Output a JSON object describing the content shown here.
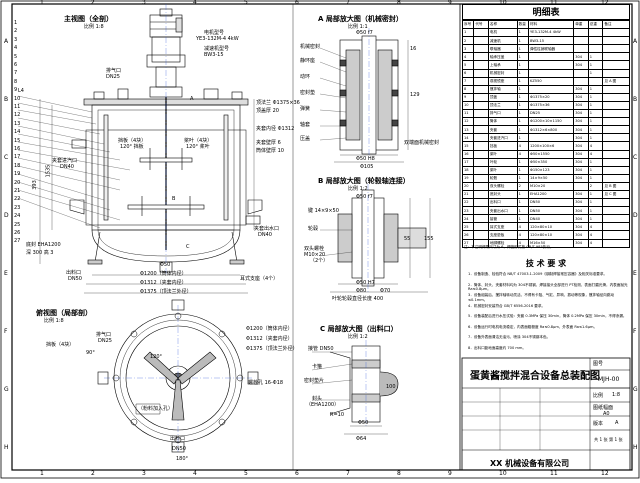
{
  "colors": {
    "line": "#000000",
    "blue": "#1f4fd6",
    "grey": "#888888",
    "hatch": "#444444"
  },
  "grid": {
    "top": [
      "1",
      "2",
      "3",
      "4",
      "5",
      "6",
      "7",
      "8",
      "9",
      "10",
      "11",
      "12"
    ],
    "side": [
      "A",
      "B",
      "C",
      "D",
      "E",
      "F",
      "G",
      "H"
    ]
  },
  "views": {
    "front": {
      "title": "主视图（全剖）",
      "scale": "比例 1:8"
    },
    "top": {
      "title": "俯视图（局部剖）",
      "scale": "比例 1:8"
    },
    "detail_a": {
      "title": "A 局部放大图（机械密封）",
      "scale": "比例 1:1"
    },
    "detail_b": {
      "title": "B 局部放大图（轮毂轴连接）",
      "scale": "比例 1:2"
    },
    "detail_c": {
      "title": "C 局部放大图（出料口）",
      "scale": "比例 1:2"
    }
  },
  "front_labels": {
    "motor": "电机型号",
    "motor_model": "YE3-132M-4 4kW",
    "reducer": "减速机型号",
    "reducer_model": "BW3-15",
    "exhaust": "排气口",
    "dn25": "DN25",
    "flange": "顶法兰 Φ1375×36",
    "top_plate": "顶盖厚 20",
    "baffle": "挡板（4块）",
    "angle": "120° 挡板",
    "paddle": "桨叶（4块）",
    "paddle_angle": "120° 桨叶",
    "steam_in": "夹套进汽口",
    "dn40": "DN40",
    "jacket_in": "夹套内径 Φ1312",
    "jacket_wall": "夹套壁厚 6",
    "inner_wall": "筒体壁厚 10",
    "steam_out": "夹套出水口",
    "dn40b": "DN40",
    "support": "耳式支座（4个）",
    "base": "底封 EHA1200",
    "vol": "深 300  高 3",
    "outlet": "出料口",
    "dn50": "DN50",
    "d1200": "Φ1200（筒体内径）",
    "d1312": "Φ1312（夹套内径）",
    "d1375": "Φ1375（顶法兰外径）",
    "d50": "Φ50",
    "h393": "393",
    "h1535": "1535",
    "c": "C",
    "a": "A",
    "b": "B",
    "qty_hint": "L4"
  },
  "top_labels": {
    "exhaust": "排气口",
    "dn25": "DN25",
    "baffle": "挡板（4块）",
    "angle90": "90°",
    "angle120": "120°",
    "d1200": "Φ1200（筒体内径）",
    "d1312": "Φ1312（夹套内径）",
    "d1375": "Φ1375（顶法兰外径）",
    "holes": "螺栓孔 16-Φ18",
    "liquid_in": "（粉料加入孔）",
    "outlet": "出料口",
    "dn50": "DN50",
    "angle180": "180°"
  },
  "detail_a_labels": {
    "l1": "机械密封",
    "l2": "静环座",
    "l3": "动环",
    "l4": "密封垫",
    "l5": "弹簧",
    "l6": "轴套",
    "l7": "压盖",
    "d50f7": "Φ50 f7",
    "d105": "Φ105",
    "d50h8": "Φ50 H8",
    "h129": "129",
    "h16": "16",
    "note": "双端面机械密封"
  },
  "detail_b_labels": {
    "d50f7": "Φ50 f7",
    "key": "键 14×9×50",
    "hub": "轮毂",
    "bolt": "双头螺栓",
    "bolt_spec": "M10×20",
    "qty": "（2个）",
    "h55": "55",
    "h155": "155",
    "d50h7": "Φ50 H7",
    "d80": "Φ80",
    "d70": "Φ70",
    "len": "叶轮轮毂直径长度  400"
  },
  "detail_c_labels": {
    "pipe": "接管 DN50",
    "valve": "卡箍",
    "seal": "密封垫片",
    "flange": "封头",
    "eha": "（EHA1200）",
    "r10": "R=10",
    "d50": "Φ50",
    "d64": "Φ64",
    "h100": "100"
  },
  "bom": {
    "title": "明细表",
    "header": [
      "序号",
      "代号",
      "名称",
      "数量",
      "材料",
      "单重",
      "总重",
      "备注"
    ],
    "rows": [
      [
        "1",
        "",
        "电机",
        "1",
        "YE3-132M-4 4kW",
        "",
        "",
        ""
      ],
      [
        "2",
        "",
        "减速机",
        "1",
        "BW3-15",
        "",
        "",
        ""
      ],
      [
        "3",
        "",
        "联轴器",
        "1",
        "弹性柱销联轴器",
        "",
        "",
        ""
      ],
      [
        "4",
        "",
        "轴承压盖",
        "1",
        "",
        "304",
        "1",
        ""
      ],
      [
        "5",
        "",
        "上轴承",
        "1",
        "",
        "304",
        "1",
        ""
      ],
      [
        "6",
        "",
        "机械密封",
        "1",
        "",
        "",
        "1",
        ""
      ],
      [
        "7",
        "",
        "观视镜座",
        "1",
        "KZ550",
        "",
        "",
        "见 A 图"
      ],
      [
        "8",
        "",
        "搅拌轴",
        "1",
        "",
        "304",
        "1",
        ""
      ],
      [
        "9",
        "",
        "顶盖",
        "1",
        "Φ1375×20",
        "304",
        "1",
        ""
      ],
      [
        "10",
        "",
        "顶法兰",
        "1",
        "Φ1375×36",
        "304",
        "1",
        ""
      ],
      [
        "11",
        "",
        "排气口",
        "1",
        "DN25",
        "304",
        "1",
        ""
      ],
      [
        "12",
        "",
        "筒体",
        "1",
        "Φ1200×10×1150",
        "304",
        "1",
        ""
      ],
      [
        "13",
        "",
        "夹套",
        "1",
        "Φ1312×6×800",
        "304",
        "1",
        ""
      ],
      [
        "14",
        "",
        "夹套进汽口",
        "1",
        "",
        "304",
        "1",
        ""
      ],
      [
        "15",
        "",
        "挡板",
        "4",
        "1200×100×6",
        "304",
        "4",
        ""
      ],
      [
        "16",
        "",
        "桨叶",
        "4",
        "Φ50×1550",
        "304",
        "4",
        ""
      ],
      [
        "17",
        "",
        "叶轮",
        "1",
        "Φ50×350",
        "304",
        "1",
        ""
      ],
      [
        "18",
        "",
        "桨叶",
        "1",
        "Φ150×123",
        "304",
        "1",
        ""
      ],
      [
        "19",
        "",
        "轮毂",
        "1",
        "14×9×50",
        "304",
        "1",
        ""
      ],
      [
        "20",
        "",
        "双头螺栓",
        "2",
        "M10×20",
        "",
        "2",
        "见 B 图"
      ],
      [
        "21",
        "",
        "底封头",
        "1",
        "EHA1200",
        "304",
        "1",
        "见 C 图"
      ],
      [
        "22",
        "",
        "出料口",
        "1",
        "DN50",
        "304",
        "1",
        ""
      ],
      [
        "23",
        "",
        "夹套出水口",
        "1",
        "DN50",
        "304",
        "1",
        ""
      ],
      [
        "24",
        "",
        "接管",
        "1",
        "DN40",
        "304",
        "1",
        ""
      ],
      [
        "25",
        "",
        "耳式支座",
        "4",
        "120×80×10",
        "304",
        "4",
        ""
      ],
      [
        "26",
        "",
        "支座垫板",
        "4",
        "120×80×10",
        "304",
        "4",
        ""
      ],
      [
        "27",
        "",
        "地脚螺栓",
        "4",
        "M16×50",
        "304",
        "4",
        ""
      ]
    ],
    "note": "注：本注明焊角尺寸为 6，焊缝形式按 GB/T 985执行。"
  },
  "requirements": {
    "title": "技 术 要 求",
    "items": [
      "1．设备制造、检验符合 NB/T 47003.1-2009《钢制焊接常压容器》及相关标准要求。",
      "2．筒体、封头、夹套材料均为 304不锈钢，焊接接头全部进行 PT检测，表面打磨光滑，内表面抛光 Ra≤0.8μm。",
      "3．设备组装后，搅拌轴转动灵活，不得有卡阻、气缸、异响、振动等现象，搅拌轴径向跳动≤0.1mm。",
      "4．机械密封安装符合 GB/T 6556-2016 要求。",
      "5．设备装配后进行水压试验：夹套 0.3MPa 保压 30min，筒体 0.2MPa 保压 30min，不得渗漏。",
      "6．设备运行时电机电流稳定，内表面粗糙度 Ra≤0.8μm，外表面 Ra≤1.6μm。",
      "7．设备外表面清洁无油污，喷涂 304不锈钢本色。",
      "8．出料口距地面高度约 700 mm。"
    ]
  },
  "title_block": {
    "main_title": "蛋黄酱搅拌混合设备总装配图",
    "drawing_no_label": "图号",
    "drawing_no": "MJH-00",
    "scale_label": "比例",
    "scale": "1:8",
    "size_label": "图纸幅面",
    "size": "A0",
    "version_label": "版本",
    "version": "A",
    "sheet": "共 1 张  第 1 张",
    "company": "XX 机械设备有限公司"
  }
}
